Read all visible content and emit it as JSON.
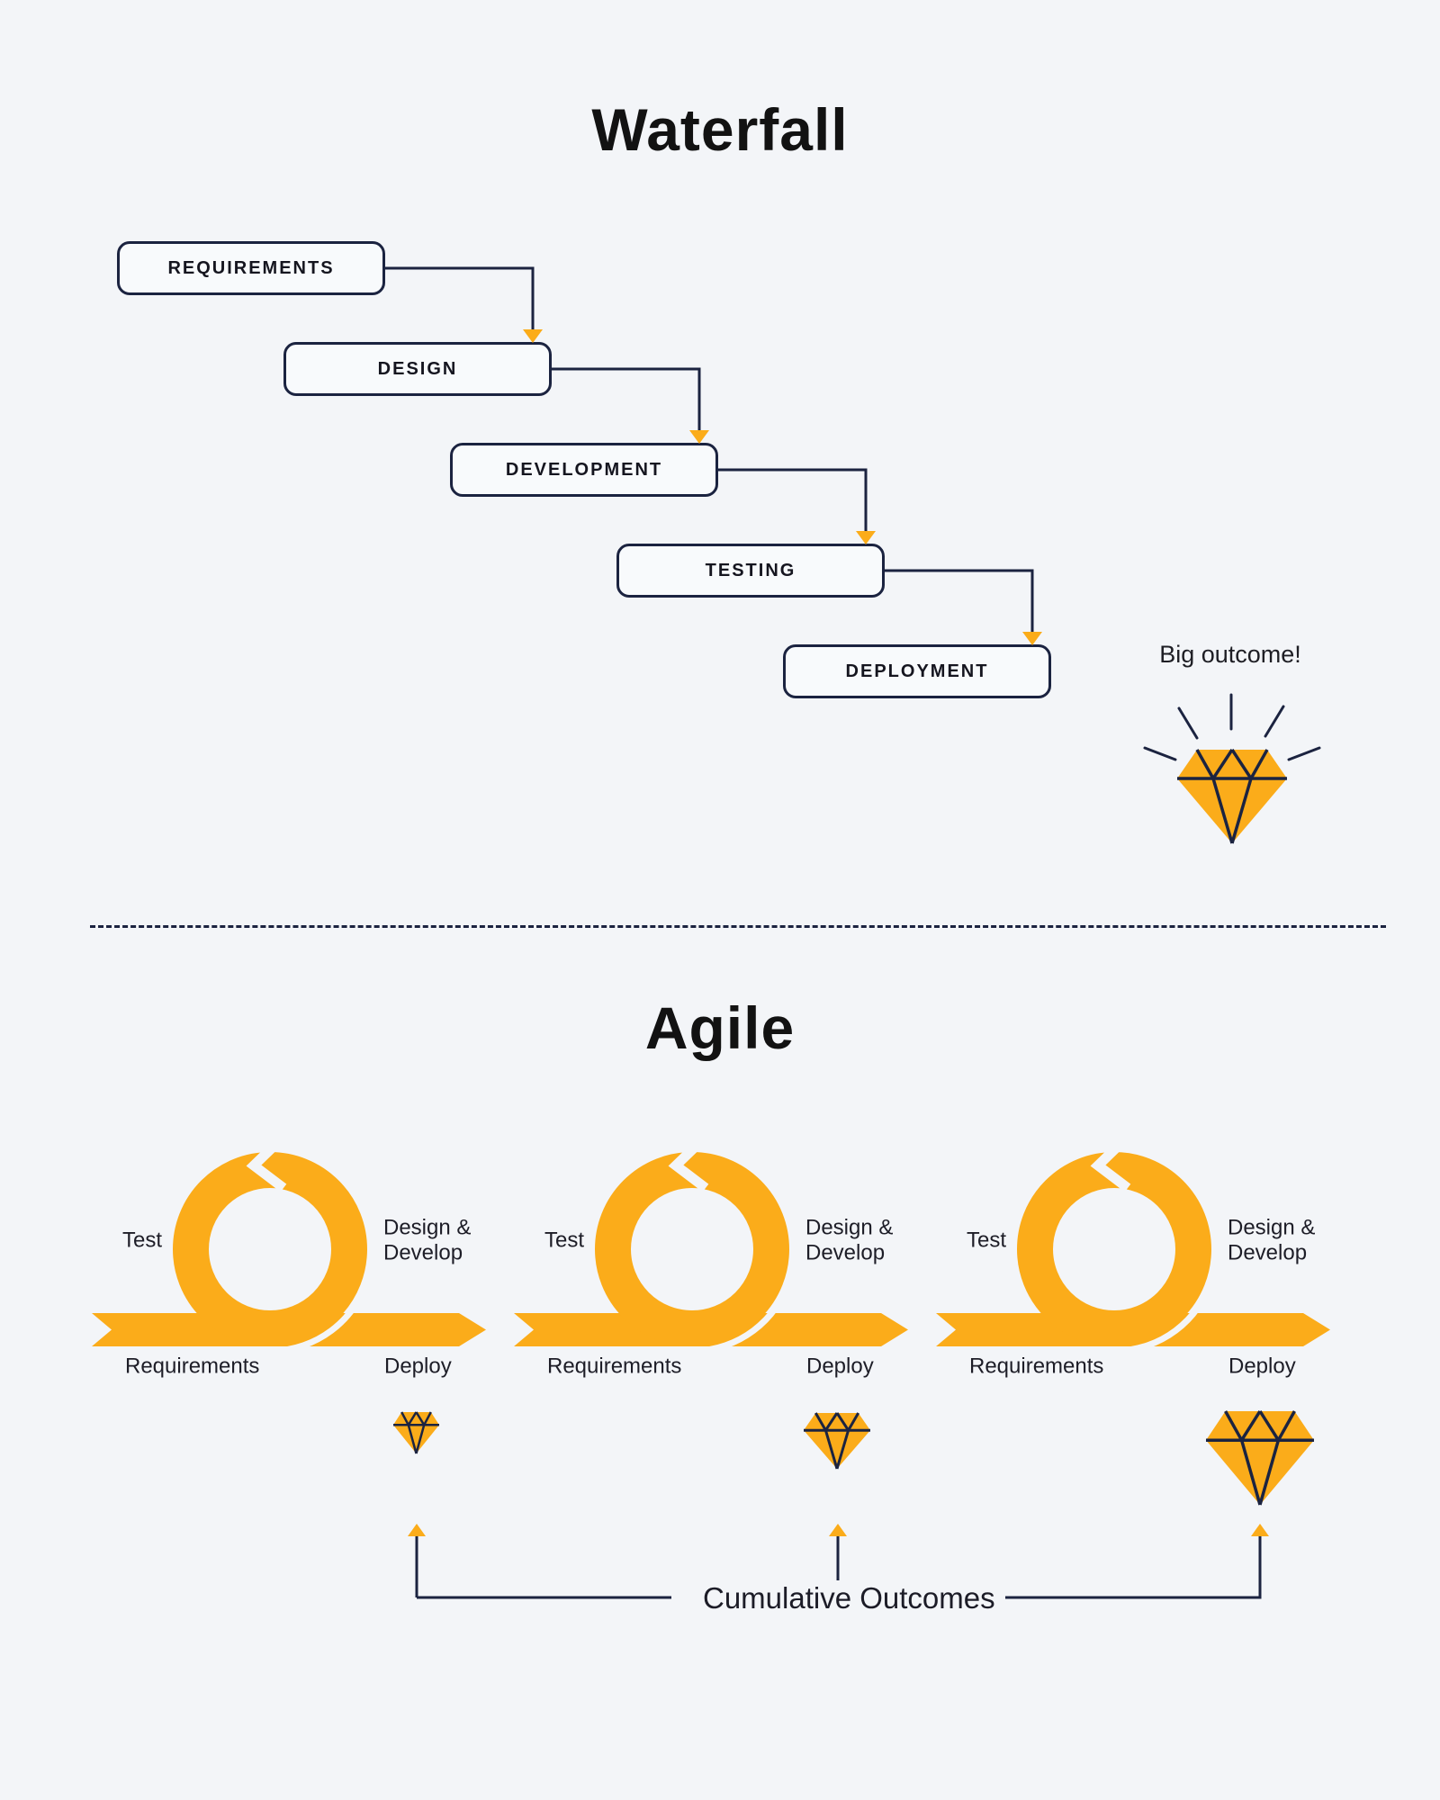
{
  "colors": {
    "background": "#f3f5f8",
    "navy_line": "#1b2340",
    "orange": "#fbac1a",
    "title_text": "#121212",
    "body_text": "#1d1d27"
  },
  "waterfall": {
    "title": "Waterfall",
    "stages": [
      "REQUIREMENTS",
      "DESIGN",
      "DEVELOPMENT",
      "TESTING",
      "DEPLOYMENT"
    ],
    "outcome_label": "Big outcome!",
    "outcome_icon": "diamond-icon"
  },
  "agile": {
    "title": "Agile",
    "iterations": [
      {
        "test": "Test",
        "design_line1": "Design &",
        "design_line2": "Develop",
        "requirements": "Requirements",
        "deploy": "Deploy",
        "outcome_icon": "diamond-icon",
        "outcome_size": "small"
      },
      {
        "test": "Test",
        "design_line1": "Design &",
        "design_line2": "Develop",
        "requirements": "Requirements",
        "deploy": "Deploy",
        "outcome_icon": "diamond-icon",
        "outcome_size": "medium"
      },
      {
        "test": "Test",
        "design_line1": "Design &",
        "design_line2": "Develop",
        "requirements": "Requirements",
        "deploy": "Deploy",
        "outcome_icon": "diamond-icon",
        "outcome_size": "large"
      }
    ],
    "cumulative_label": "Cumulative Outcomes"
  }
}
